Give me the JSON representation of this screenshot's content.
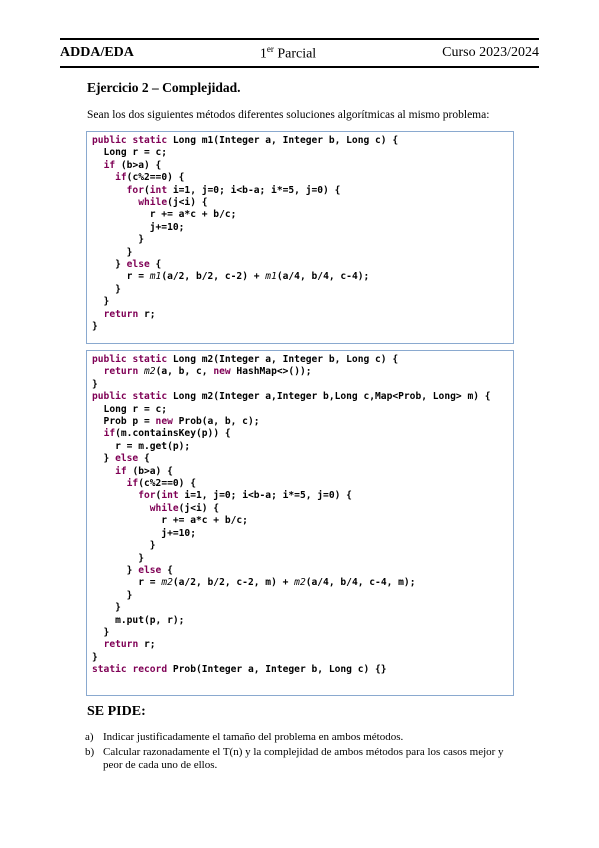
{
  "header": {
    "left": "ADDA/EDA",
    "center_num": "1",
    "center_sup": "er",
    "center_text": " Parcial",
    "right": "Curso 2023/2024"
  },
  "exercise_title": "Ejercicio 2 – Complejidad.",
  "intro": "Sean los dos siguientes métodos diferentes soluciones algorítmicas al mismo problema:",
  "code_block_1": [
    "public static Long m1(Integer a, Integer b, Long c) {",
    "  Long r = c;",
    "  if (b>a) {",
    "    if(c%2==0) {",
    "      for(int i=1, j=0; i<b-a; i*=5, j=0) {",
    "        while(j<i) {",
    "          r += a*c + b/c;",
    "          j+=10;",
    "        }",
    "      }",
    "    } else {",
    "      r = m1(a/2, b/2, c-2) + m1(a/4, b/4, c-4);",
    "    }",
    "  }",
    "  return r;",
    "}"
  ],
  "code_block_2": [
    "public static Long m2(Integer a, Integer b, Long c) {",
    "  return m2(a, b, c, new HashMap<>());",
    "}",
    "public static Long m2(Integer a,Integer b,Long c,Map<Prob, Long> m) {",
    "  Long r = c;",
    "  Prob p = new Prob(a, b, c);",
    "  if(m.containsKey(p)) {",
    "    r = m.get(p);",
    "  } else {",
    "    if (b>a) {",
    "      if(c%2==0) {",
    "        for(int i=1, j=0; i<b-a; i*=5, j=0) {",
    "          while(j<i) {",
    "            r += a*c + b/c;",
    "            j+=10;",
    "          }",
    "        }",
    "      } else {",
    "        r = m2(a/2, b/2, c-2, m) + m2(a/4, b/4, c-4, m);",
    "      }",
    "    }",
    "    m.put(p, r);",
    "  }",
    "  return r;",
    "}",
    "static record Prob(Integer a, Integer b, Long c) {}"
  ],
  "se_pide": "SE PIDE:",
  "items": [
    {
      "label": "a)",
      "text": "Indicar justificadamente el tamaño del problema en ambos métodos."
    },
    {
      "label": "b)",
      "text": "Calcular razonadamente el T(n) y la complejidad de ambos métodos para los casos mejor y peor de cada uno de ellos."
    }
  ]
}
